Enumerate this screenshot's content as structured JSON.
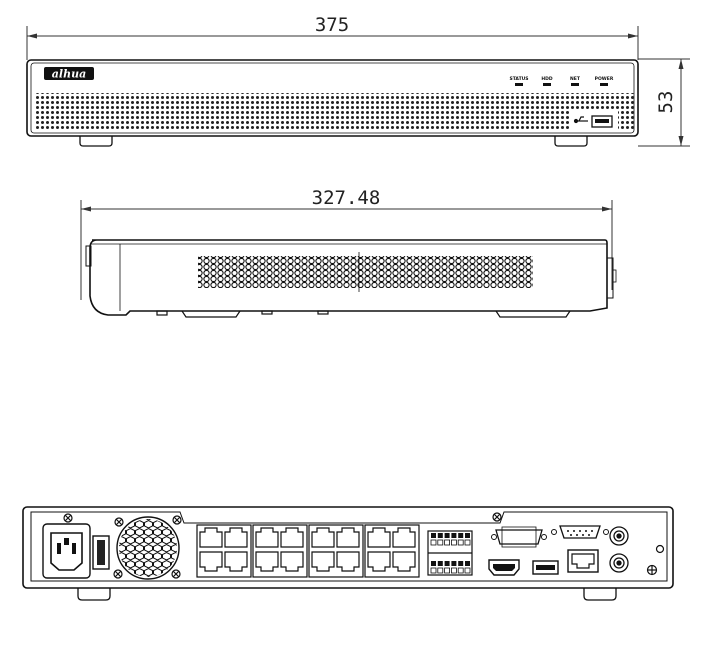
{
  "dimensions": {
    "front_width": "375",
    "front_height": "53",
    "side_depth": "327.48"
  },
  "front_panel": {
    "brand": "alhua",
    "indicators": [
      "STATUS",
      "HDD",
      "NET",
      "POWER"
    ]
  },
  "colors": {
    "line": "#111111",
    "dimension_line": "#333333",
    "vent_fill": "#222222"
  }
}
